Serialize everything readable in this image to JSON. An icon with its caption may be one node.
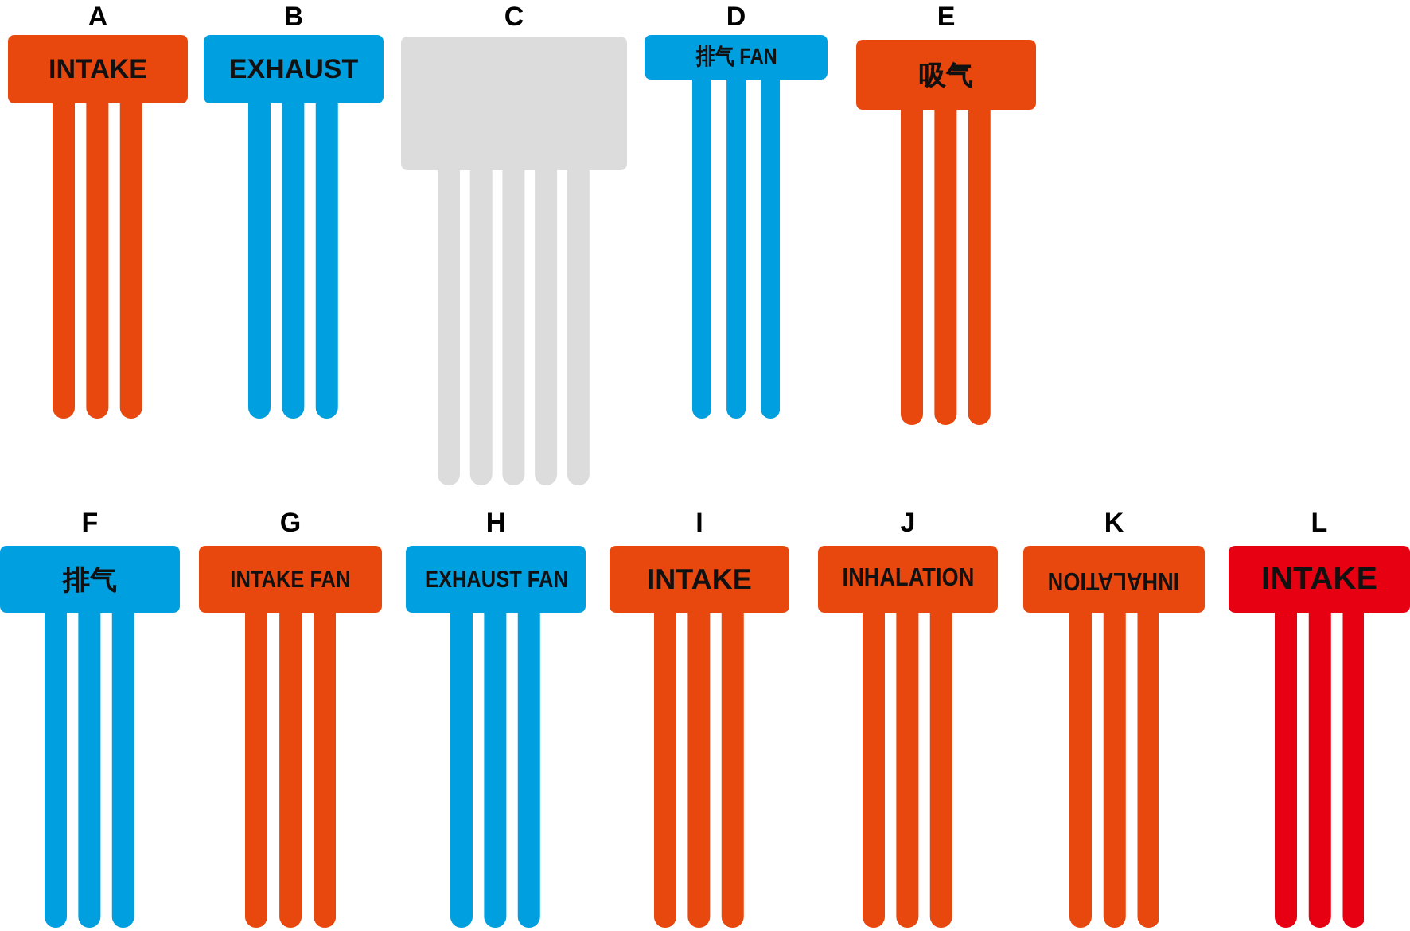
{
  "diagram": {
    "nodes": [
      {
        "text": [
          "A",
          "INTAKE"
        ]
      },
      {
        "text": [
          "B",
          "EXHAUST"
        ]
      },
      {
        "text": [
          "C"
        ]
      },
      {
        "text": [
          "D",
          "排气 FAN"
        ]
      },
      {
        "text": [
          "E",
          "吸气"
        ]
      },
      {
        "text": [
          "F",
          "排气"
        ]
      },
      {
        "text": [
          "G",
          "INTAKE FAN"
        ]
      },
      {
        "text": [
          "H",
          "EXHAUST FAN"
        ]
      },
      {
        "text": [
          "I",
          "INTAKE"
        ]
      },
      {
        "text": [
          "J",
          "INHALATION"
        ]
      },
      {
        "text": [
          "K",
          "INHALATION"
        ]
      },
      {
        "text": [
          "L",
          "INTAKE"
        ]
      }
    ]
  }
}
